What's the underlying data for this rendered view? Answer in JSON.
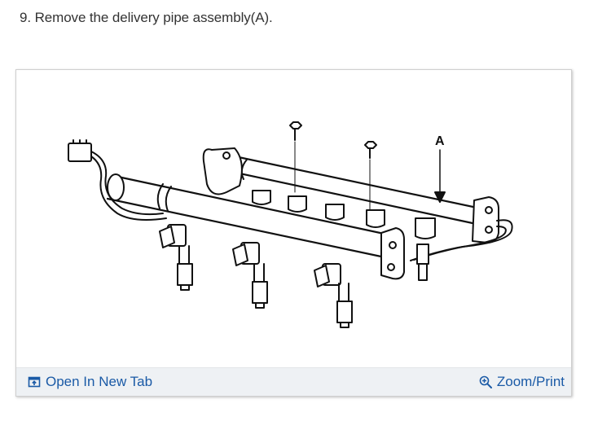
{
  "step": {
    "text": "9. Remove the delivery pipe assembly(A)."
  },
  "figure": {
    "callout_label": "A"
  },
  "toolbar": {
    "open_tab_label": "Open In New Tab",
    "zoom_print_label": "Zoom/Print",
    "open_tab_icon": "open-in-new-tab-icon",
    "zoom_icon": "magnifier-plus-icon",
    "link_color": "#1a5aa6"
  }
}
